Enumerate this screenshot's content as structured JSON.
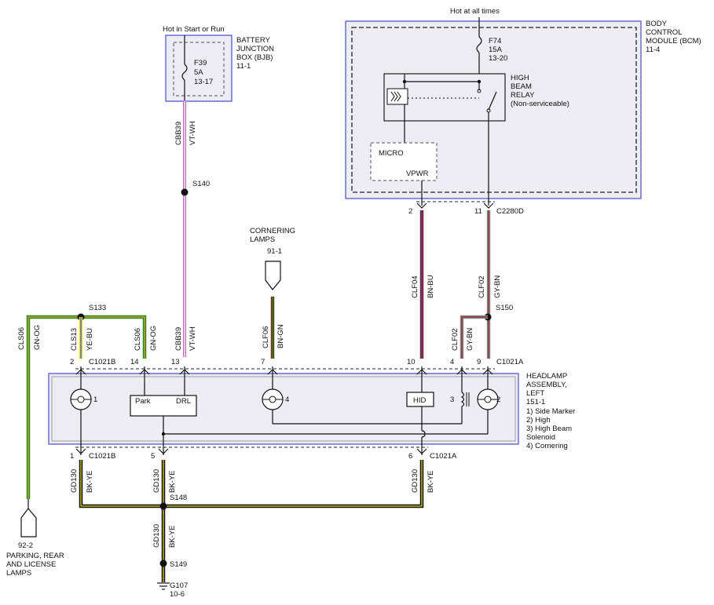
{
  "bjb": {
    "supply": "Hot in Start or Run",
    "fuse_id": "F39",
    "fuse_rating": "5A",
    "fuse_ref": "13-17",
    "title_1": "BATTERY",
    "title_2": "JUNCTION",
    "title_3": "BOX (BJB)",
    "page": "11-1"
  },
  "bcm": {
    "supply": "Hot at all times",
    "fuse_id": "F74",
    "fuse_rating": "15A",
    "fuse_ref": "13-20",
    "title_1": "BODY",
    "title_2": "CONTROL",
    "title_3": "MODULE (BCM)",
    "page": "11-4",
    "relay_1": "HIGH",
    "relay_2": "BEAM",
    "relay_3": "RELAY",
    "relay_4": "(Non-serviceable)",
    "micro": "MICRO",
    "vpwr": "VPWR",
    "pin_a": "2",
    "pin_b": "11",
    "connector": "C2280D"
  },
  "cornering": {
    "title_1": "CORNERING",
    "title_2": "LAMPS",
    "page": "91-1"
  },
  "wires": {
    "cbb39_a": "CBB39",
    "cbb39_a_color": "VT-WH",
    "s140": "S140",
    "cbb39_b": "CBB39",
    "cbb39_b_color": "VT-WH",
    "clf06": "CLF06",
    "clf06_color": "BN-GN",
    "clf04": "CLF04",
    "clf04_color": "BN-BU",
    "clf02_a": "CLF02",
    "clf02_a_color": "GY-BN",
    "s150": "S150",
    "clf02_b": "CLF02",
    "clf02_b_color": "GY-BN",
    "cls06_a": "CLS06",
    "cls06_a_color": "GN-OG",
    "s133": "S133",
    "cls13": "CLS13",
    "cls13_color": "YE-BU",
    "cls06_b": "CLS06",
    "cls06_b_color": "GN-OG",
    "gd130_a": "GD130",
    "gd130_a_color": "BK-YE",
    "gd130_b": "GD130",
    "gd130_b_color": "BK-YE",
    "gd130_c": "GD130",
    "gd130_c_color": "BK-YE",
    "gd130_d": "GD130",
    "gd130_d_color": "BK-YE",
    "s148": "S148",
    "s149": "S149"
  },
  "top_connectors": {
    "p2": "2",
    "c1021b": "C1021B",
    "p14": "14",
    "p13": "13",
    "p7": "7",
    "p10": "10",
    "p4": "4",
    "p9": "9",
    "c1021a": "C1021A"
  },
  "bottom_connectors": {
    "p1": "1",
    "c1021b": "C1021B",
    "p5": "5",
    "p6": "6",
    "c1021a": "C1021A"
  },
  "headlamp": {
    "title_1": "HEADLAMP",
    "title_2": "ASSEMBLY,",
    "title_3": "LEFT",
    "page": "151-1",
    "legend_1": "1) Side Marker",
    "legend_2": "2) High",
    "legend_3": "3) High Beam",
    "legend_4": "Solenoid",
    "legend_5": "4) Cornering",
    "park": "Park",
    "drl": "DRL",
    "hid": "HID",
    "lamp1": "1",
    "lamp2": "2",
    "lamp3": "3",
    "lamp4": "4"
  },
  "parking": {
    "page": "92-2",
    "title_1": "PARKING, REAR",
    "title_2": "AND LICENSE",
    "title_3": "LAMPS"
  },
  "ground": {
    "id": "G107",
    "page": "10-6"
  },
  "colors": {
    "module_border": "#4b4bc8",
    "module_fill": "#ececf4",
    "violet": "#c070c0",
    "brown": "#6b3a1e",
    "green": "#2a8a1a",
    "yellow": "#e8e020",
    "gray": "#8a8a8a",
    "blue": "#3a4ad0",
    "black": "#111111"
  }
}
